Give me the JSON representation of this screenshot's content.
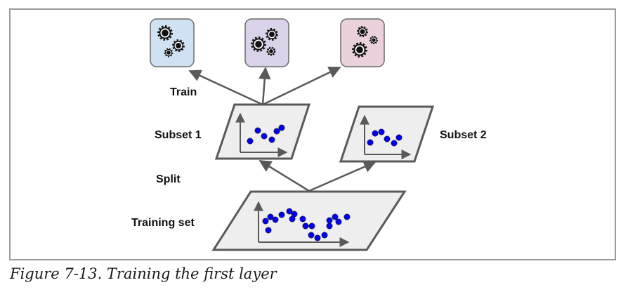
{
  "figure": {
    "caption": "Figure 7-13. Training the first layer",
    "labels": {
      "train": "Train",
      "subset1": "Subset 1",
      "subset2": "Subset 2",
      "split": "Split",
      "training_set": "Training set"
    },
    "predictors": [
      {
        "name": "predictor-1",
        "color": "#cfe2f3",
        "icon": "gears-icon"
      },
      {
        "name": "predictor-2",
        "color": "#d9d2e9",
        "icon": "gears-icon"
      },
      {
        "name": "predictor-3",
        "color": "#ead1dc",
        "icon": "gears-icon"
      }
    ],
    "colors": {
      "point": "#0000ee",
      "panel_fill": "#eeeeee",
      "stroke": "#595959"
    }
  }
}
